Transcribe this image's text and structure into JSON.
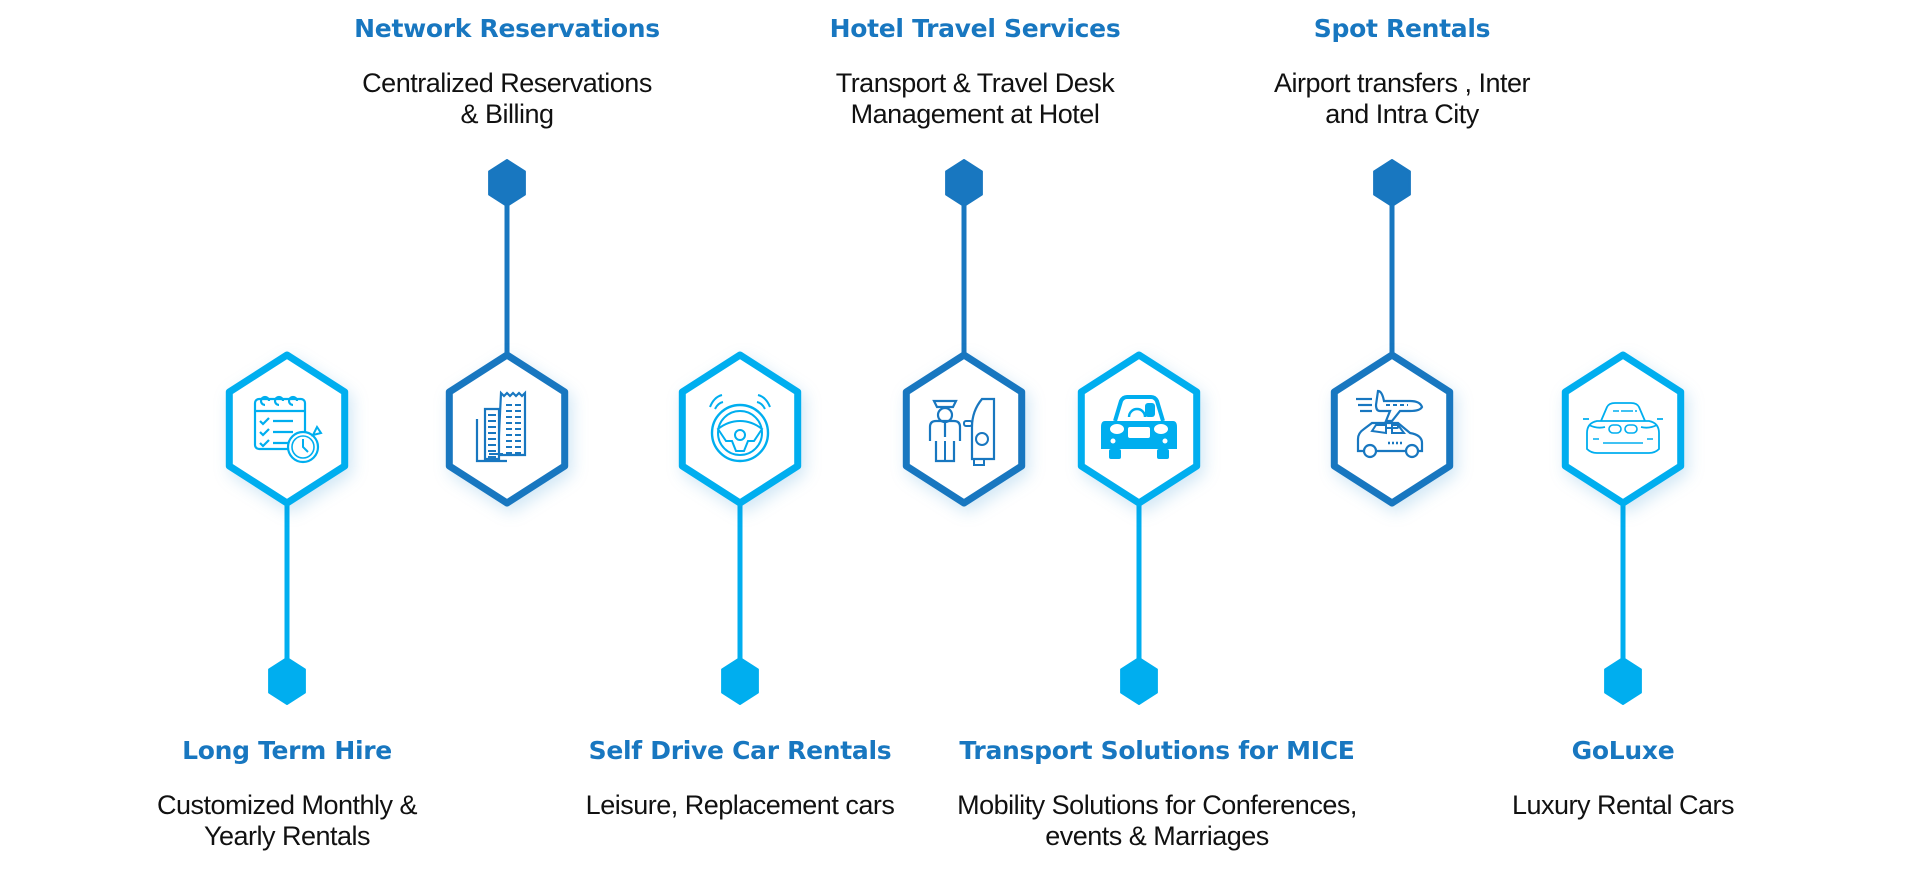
{
  "colors": {
    "light_blue": "#00aeef",
    "dark_blue": "#1877c0",
    "text": "#111111"
  },
  "services": [
    {
      "id": "long-term-hire",
      "title": "Long Term Hire",
      "description_lines": [
        "Customized Monthly &",
        "Yearly Rentals"
      ],
      "icon": "calendar-clock-icon",
      "tone": "light",
      "label_side": "bottom"
    },
    {
      "id": "network-reservations",
      "title": "Network Reservations",
      "description_lines": [
        "Centralized Reservations",
        "& Billing"
      ],
      "icon": "receipts-icon",
      "tone": "dark",
      "label_side": "top"
    },
    {
      "id": "self-drive-car-rentals",
      "title": "Self Drive Car Rentals",
      "description_lines": [
        "Leisure, Replacement cars"
      ],
      "icon": "steering-wheel-icon",
      "tone": "light",
      "label_side": "bottom"
    },
    {
      "id": "hotel-travel-services",
      "title": "Hotel Travel Services",
      "description_lines": [
        "Transport & Travel Desk",
        "Management at Hotel"
      ],
      "icon": "chauffeur-car-icon",
      "tone": "dark",
      "label_side": "top"
    },
    {
      "id": "transport-solutions-mice",
      "title": "Transport Solutions for MICE",
      "description_lines": [
        "Mobility Solutions for Conferences,",
        "events & Marriages"
      ],
      "icon": "car-front-icon",
      "tone": "light",
      "label_side": "bottom"
    },
    {
      "id": "spot-rentals",
      "title": "Spot Rentals",
      "description_lines": [
        "Airport transfers , Inter",
        "and Intra City"
      ],
      "icon": "plane-taxi-icon",
      "tone": "dark",
      "label_side": "top"
    },
    {
      "id": "goluxe",
      "title": "GoLuxe",
      "description_lines": [
        "Luxury Rental Cars"
      ],
      "icon": "luxury-car-icon",
      "tone": "light",
      "label_side": "bottom"
    }
  ]
}
